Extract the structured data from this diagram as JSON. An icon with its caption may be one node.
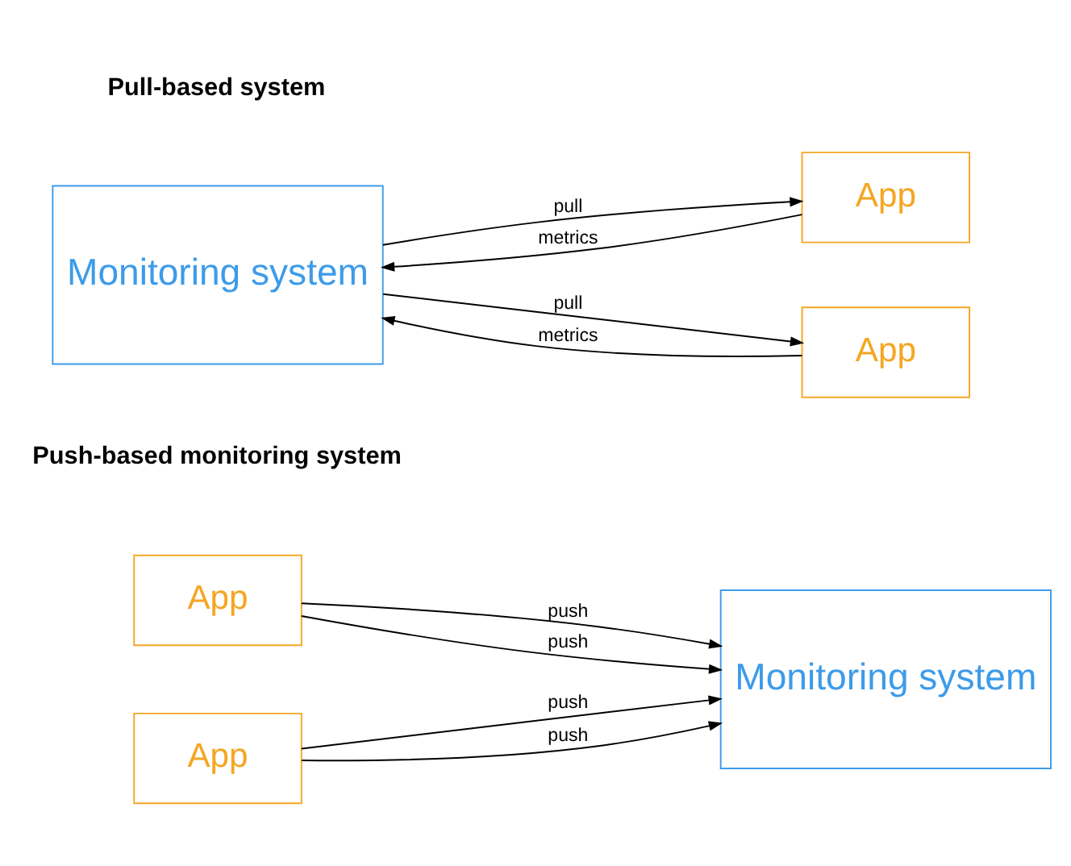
{
  "diagram": {
    "nodes": [
      {
        "text": [
          "Monitoring system"
        ]
      },
      {
        "text": [
          "App"
        ]
      },
      {
        "text": [
          "App"
        ]
      },
      {
        "text": [
          "App"
        ]
      },
      {
        "text": [
          "App"
        ]
      },
      {
        "text": [
          "Monitoring system"
        ]
      }
    ],
    "edges": [
      {
        "from": 0,
        "to": 1,
        "arrow": "to",
        "label": "pull"
      },
      {
        "from": 1,
        "to": 0,
        "arrow": "to",
        "label": "metrics"
      },
      {
        "from": 0,
        "to": 2,
        "arrow": "to",
        "label": "pull"
      },
      {
        "from": 2,
        "to": 0,
        "arrow": "to",
        "label": "metrics"
      },
      {
        "from": 3,
        "to": 5,
        "arrow": "to",
        "label": "push"
      },
      {
        "from": 3,
        "to": 5,
        "arrow": "to",
        "label": "push"
      },
      {
        "from": 4,
        "to": 5,
        "arrow": "to",
        "label": "push"
      },
      {
        "from": 4,
        "to": 5,
        "arrow": "to",
        "label": "push"
      }
    ],
    "labels": [
      "Pull-based system",
      "Push-based monitoring system"
    ]
  }
}
